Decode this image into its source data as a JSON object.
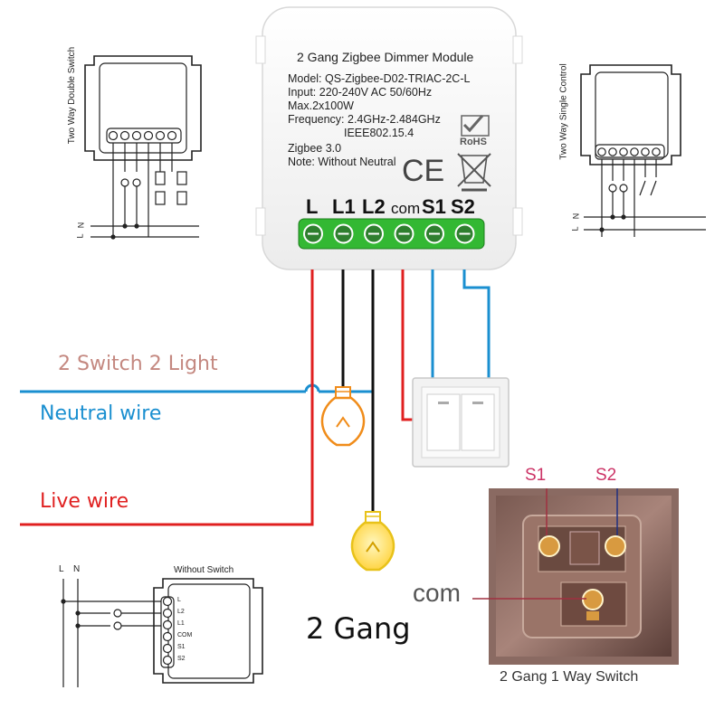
{
  "module": {
    "title": "2 Gang Zigbee Dimmer Module",
    "lines": [
      "Model: QS-Zigbee-D02-TRIAC-2C-L",
      "Input: 220-240V AC 50/60Hz",
      "Max.2x100W",
      "Frequency: 2.4GHz-2.484GHz",
      "IEEE802.15.4",
      "Zigbee 3.0",
      "Note: Without Neutral"
    ],
    "rohs": "RoHS",
    "ce": "CE",
    "terminals": [
      "L",
      "L1",
      "L2",
      "com",
      "S1",
      "S2"
    ]
  },
  "labels": {
    "two_switch": "2 Switch 2 Light",
    "neutral": "Neutral wire",
    "live": "Live wire",
    "gang": "2 Gang",
    "switch_caption": "2 Gang 1 Way Switch",
    "com": "com",
    "s1": "S1",
    "s2": "S2"
  },
  "mini_diagrams": {
    "top_left_title": "Two Way Double Switch",
    "top_right_title": "Two Way Single Control",
    "bottom_left_title": "Without Switch",
    "pins": [
      "L",
      "L2",
      "L1",
      "COM",
      "S1",
      "S2"
    ],
    "l_label": "L",
    "n_label": "N"
  },
  "colors": {
    "live": "#e02020",
    "neutral": "#1a8fd0",
    "black": "#111111",
    "terminal_green": "#3cc83c",
    "switch_label": "#cc3366",
    "two_switch_label": "#c48880"
  }
}
